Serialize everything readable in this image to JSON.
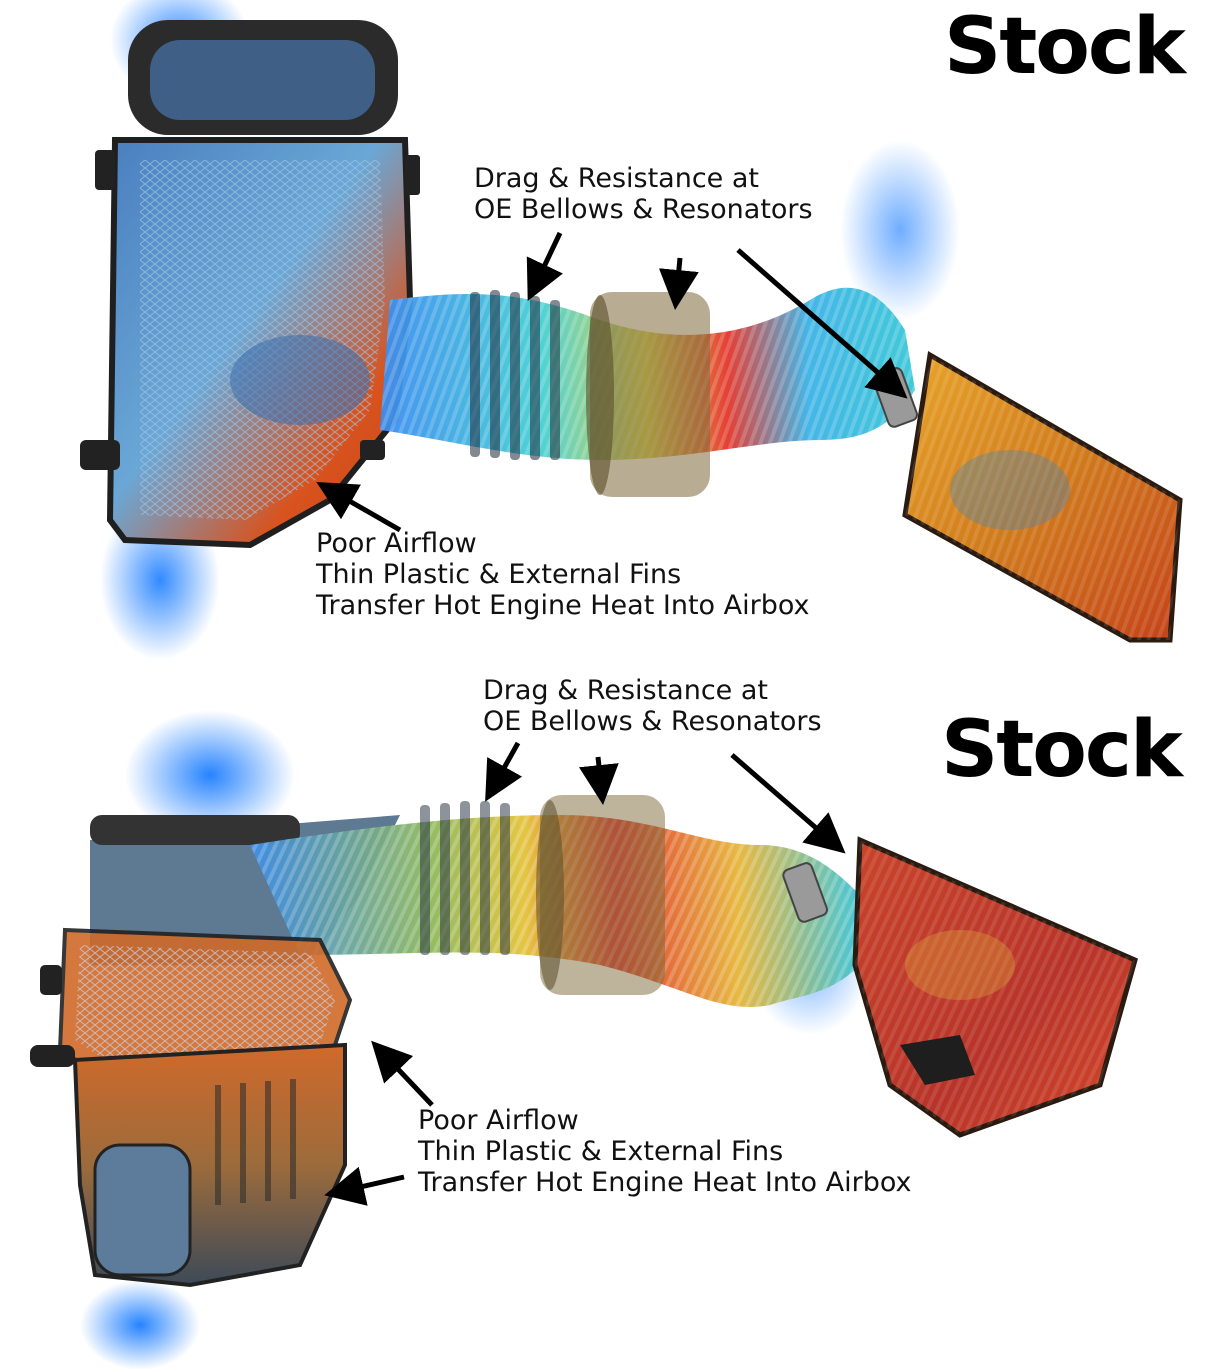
{
  "panels": [
    {
      "title": "Stock",
      "drag_callout": {
        "line1": "Drag & Resistance at",
        "line2": "OE Bellows & Resonators"
      },
      "airflow_callout": {
        "line1": "Poor Airflow",
        "line2": "Thin Plastic & External Fins",
        "line3": "Transfer Hot Engine Heat Into Airbox"
      }
    },
    {
      "title": "Stock",
      "drag_callout": {
        "line1": "Drag & Resistance at",
        "line2": "OE Bellows & Resonators"
      },
      "airflow_callout": {
        "line1": "Poor Airflow",
        "line2": "Thin Plastic & External Fins",
        "line3": "Transfer Hot Engine Heat Into Airbox"
      }
    }
  ],
  "colors": {
    "cold_flow": "#2f8bff",
    "mid_flow": "#3cc8d8",
    "warm_flow": "#e6c23a",
    "hot_flow": "#e0302a",
    "housing_hot": "#d8531e",
    "housing_dark": "#2a2a2a"
  }
}
